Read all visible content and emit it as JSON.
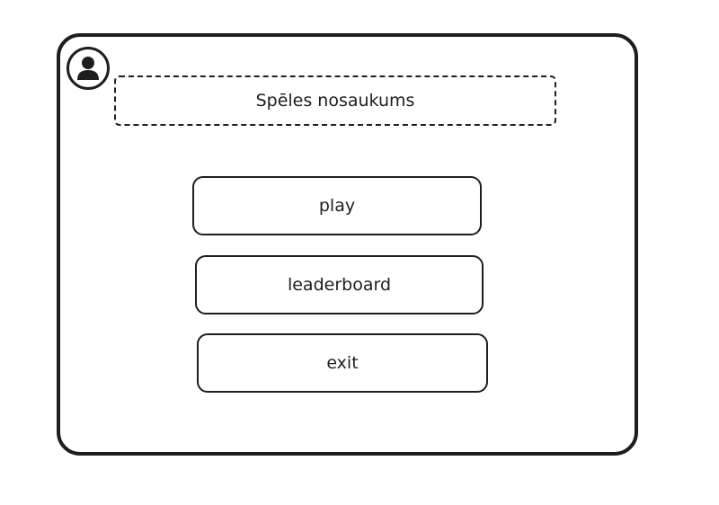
{
  "title": "Spēles nosaukums",
  "buttons": {
    "play": "play",
    "leaderboard": "leaderboard",
    "exit": "exit"
  }
}
